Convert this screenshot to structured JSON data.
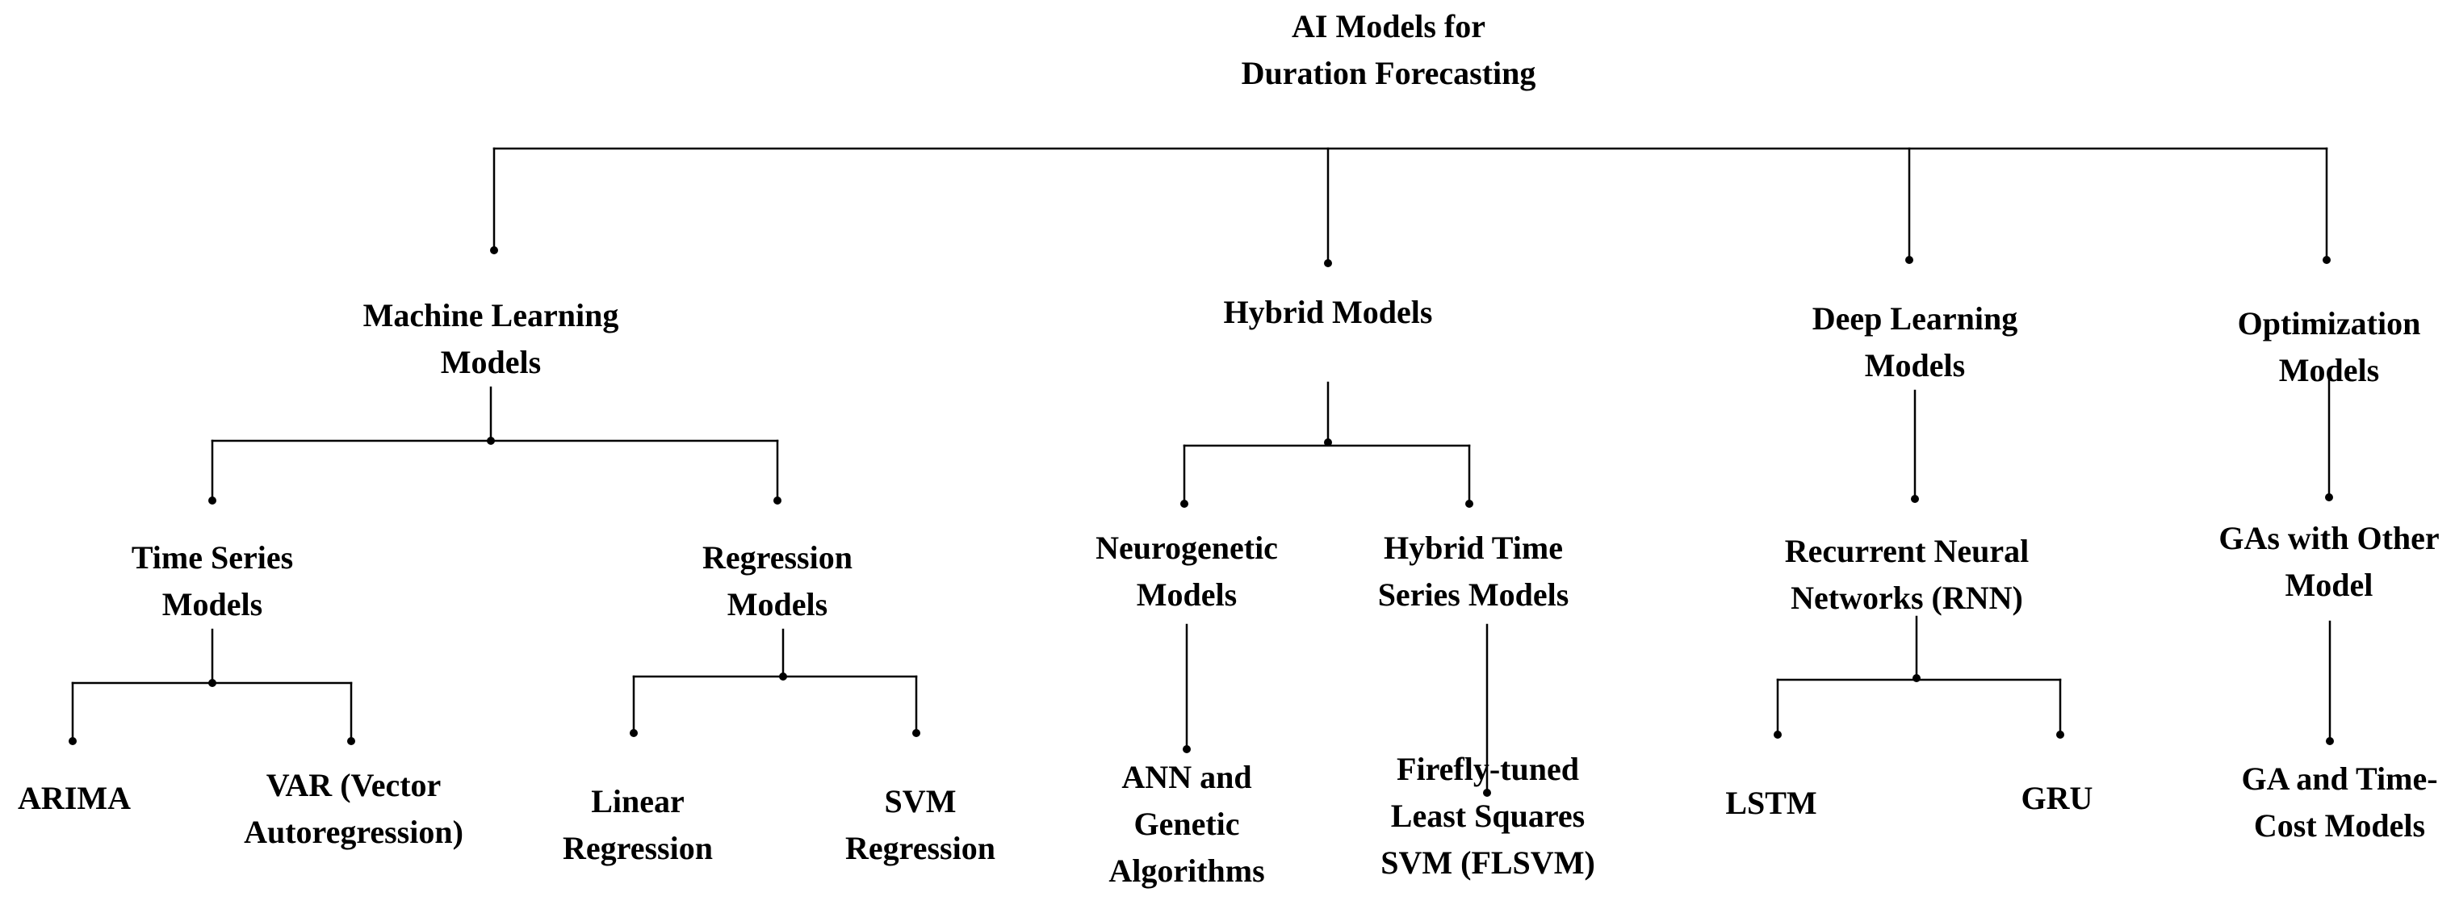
{
  "diagram": {
    "root": {
      "line1": "AI Models for",
      "line2": "Duration Forecasting"
    },
    "categories": {
      "machine_learning": {
        "line1": "Machine Learning",
        "line2": "Models"
      },
      "hybrid": {
        "line1": "Hybrid Models"
      },
      "deep_learning": {
        "line1": "Deep Learning",
        "line2": "Models"
      },
      "optimization": {
        "line1": "Optimization",
        "line2": "Models"
      }
    },
    "subcategories": {
      "time_series": {
        "line1": "Time Series",
        "line2": "Models"
      },
      "regression": {
        "line1": "Regression",
        "line2": "Models"
      },
      "neurogenetic": {
        "line1": "Neurogenetic",
        "line2": "Models"
      },
      "hybrid_time_series": {
        "line1": "Hybrid Time",
        "line2": "Series Models"
      },
      "rnn": {
        "line1": "Recurrent Neural",
        "line2": "Networks (RNN)"
      },
      "ga_other": {
        "line1": "GAs with Other",
        "line2": "Model"
      }
    },
    "leaves": {
      "arima": {
        "line1": "ARIMA"
      },
      "var": {
        "line1": "VAR (Vector",
        "line2": "Autoregression)"
      },
      "linear_regression": {
        "line1": "Linear",
        "line2": "Regression"
      },
      "svm_regression": {
        "line1": "SVM",
        "line2": "Regression"
      },
      "ann_ga": {
        "line1": "ANN and",
        "line2": "Genetic",
        "line3": "Algorithms"
      },
      "flsvm": {
        "line1": "Firefly-tuned",
        "line2": "Least Squares",
        "line3": "SVM (FLSVM)"
      },
      "lstm": {
        "line1": "LSTM"
      },
      "gru": {
        "line1": "GRU"
      },
      "ga_time_cost": {
        "line1": "GA and Time-",
        "line2": "Cost Models"
      }
    }
  }
}
